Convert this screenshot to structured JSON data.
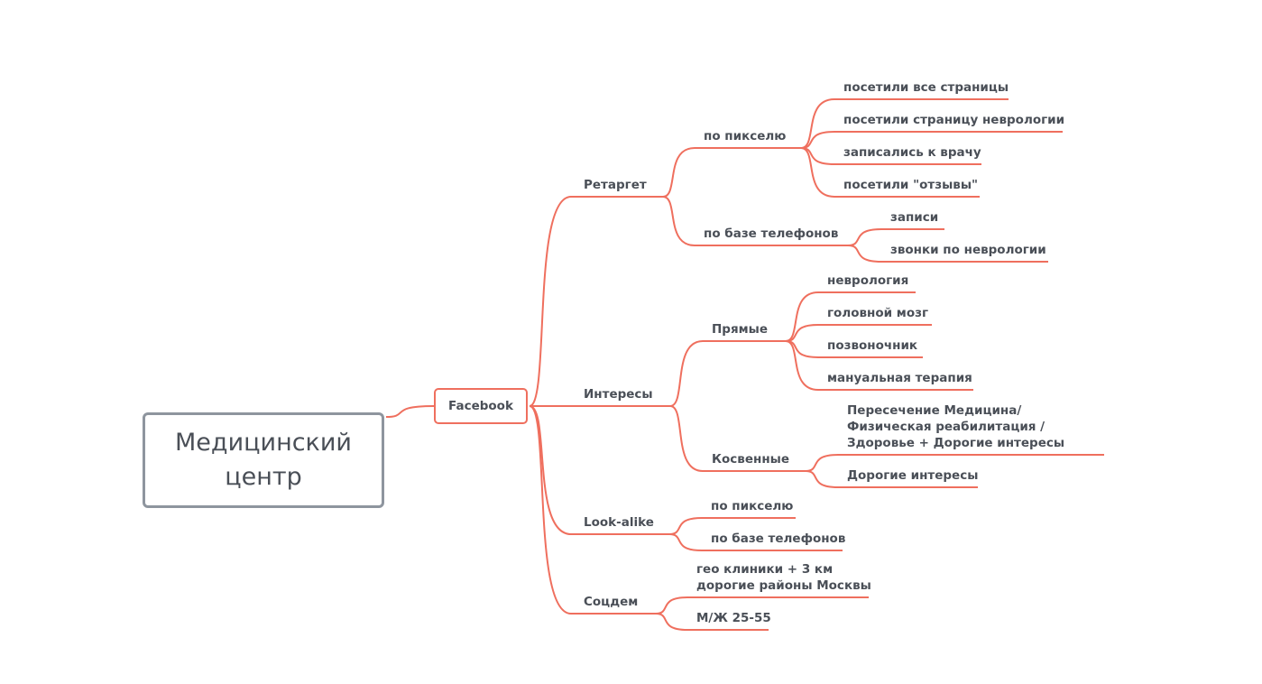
{
  "colors": {
    "branch": "#ef6f5e",
    "text": "#4a4f57",
    "root_border": "#8e959e"
  },
  "root": {
    "label": "Медицинский центр"
  },
  "facebook": {
    "label": "Facebook"
  },
  "branches": {
    "retarget": {
      "label": "Ретаргет",
      "pixel": {
        "label": "по пикселю",
        "items": [
          "посетили все страницы",
          "посетили страницу неврологии",
          "записались к врачу",
          "посетили \"отзывы\""
        ]
      },
      "phones": {
        "label": "по базе телефонов",
        "items": [
          "записи",
          "звонки по неврологии"
        ]
      }
    },
    "interests": {
      "label": "Интересы",
      "direct": {
        "label": "Прямые",
        "items": [
          "неврология",
          "головной мозг",
          "позвоночник",
          "мануальная терапия"
        ]
      },
      "indirect": {
        "label": "Косвенные",
        "items": [
          "Пересечение Медицина/Физическая реабилитация / Здоровье + Дорогие интересы",
          "Дорогие интересы"
        ]
      }
    },
    "lookalike": {
      "label": "Look-alike",
      "items": [
        "по пикселю",
        "по базе телефонов"
      ]
    },
    "socdem": {
      "label": "Соцдем",
      "items": [
        "гео клиники + 3 км\nдорогие районы Москвы",
        "М/Ж 25-55"
      ]
    }
  }
}
